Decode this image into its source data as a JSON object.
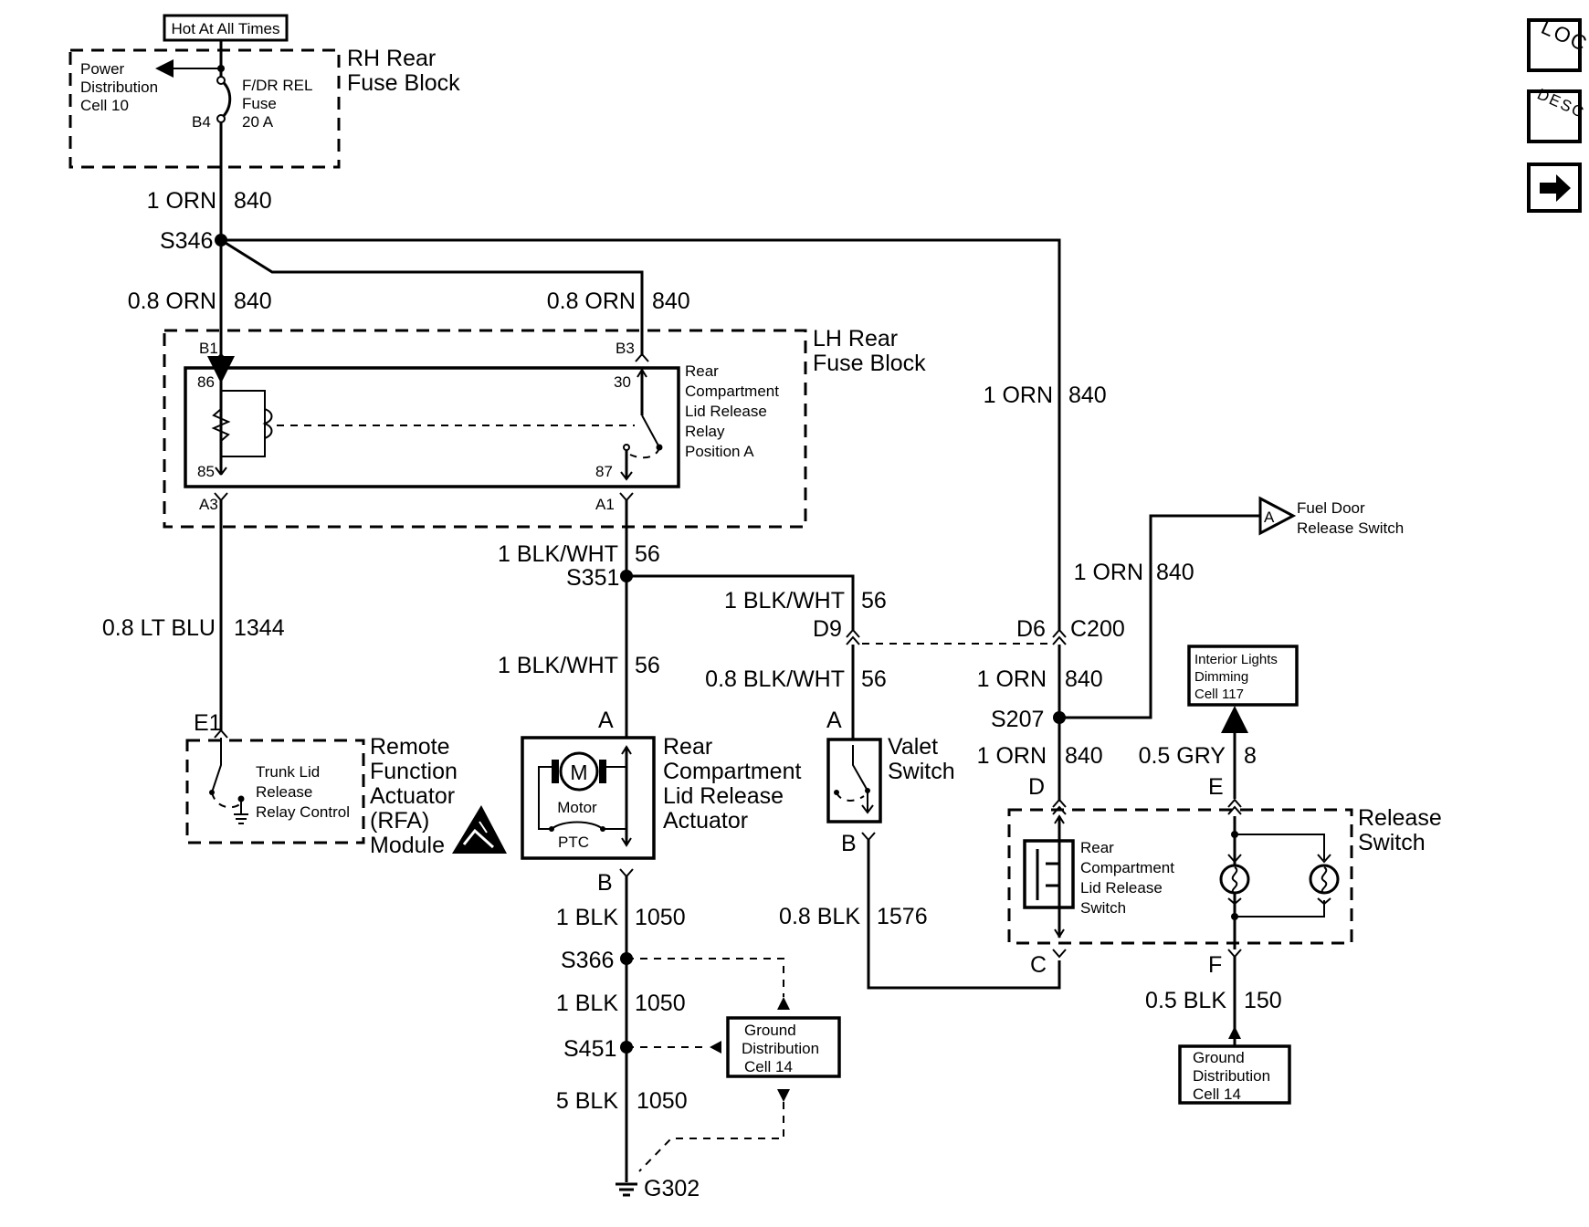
{
  "header": {
    "hot_label": "Hot At All Times"
  },
  "nav": {
    "loc": "LOC",
    "desc": "DESC",
    "next": "next-arrow-icon"
  },
  "rh_fuse_block": {
    "name_l1": "RH Rear",
    "name_l2": "Fuse Block",
    "pd_l1": "Power",
    "pd_l2": "Distribution",
    "pd_l3": "Cell 10",
    "fuse_l1": "F/DR REL",
    "fuse_l2": "Fuse",
    "fuse_l3": "20 A",
    "pin": "B4"
  },
  "wires": {
    "w1": {
      "gauge": "1 ORN",
      "circuit": "840"
    },
    "w2": {
      "gauge": "0.8 ORN",
      "circuit": "840"
    },
    "w3": {
      "gauge": "0.8 ORN",
      "circuit": "840"
    },
    "w4": {
      "gauge": "1 ORN",
      "circuit": "840"
    },
    "w5": {
      "gauge": "0.8 LT BLU",
      "circuit": "1344"
    },
    "w6": {
      "gauge": "1 BLK/WHT",
      "circuit": "56"
    },
    "w7": {
      "gauge": "1 BLK/WHT",
      "circuit": "56"
    },
    "w8": {
      "gauge": "1 BLK/WHT",
      "circuit": "56"
    },
    "w9": {
      "gauge": "0.8 BLK/WHT",
      "circuit": "56"
    },
    "w10": {
      "gauge": "1 ORN",
      "circuit": "840"
    },
    "w11": {
      "gauge": "1 ORN",
      "circuit": "840"
    },
    "w12": {
      "gauge": "1 ORN",
      "circuit": "840"
    },
    "w13": {
      "gauge": "0.5 GRY",
      "circuit": "8"
    },
    "w14": {
      "gauge": "1 BLK",
      "circuit": "1050"
    },
    "w15": {
      "gauge": "1 BLK",
      "circuit": "1050"
    },
    "w16": {
      "gauge": "5 BLK",
      "circuit": "1050"
    },
    "w17": {
      "gauge": "0.8 BLK",
      "circuit": "1576"
    },
    "w18": {
      "gauge": "0.5 BLK",
      "circuit": "150"
    }
  },
  "splices": {
    "s346": "S346",
    "s351": "S351",
    "s207": "S207",
    "s366": "S366",
    "s451": "S451"
  },
  "lh_fuse_block": {
    "name_l1": "LH Rear",
    "name_l2": "Fuse Block",
    "relay_l1": "Rear",
    "relay_l2": "Compartment",
    "relay_l3": "Lid Release",
    "relay_l4": "Relay",
    "relay_l5": "Position A",
    "pin_b1": "B1",
    "pin_b3": "B3",
    "pin_86": "86",
    "pin_85": "85",
    "pin_30": "30",
    "pin_87": "87",
    "pin_a3": "A3",
    "pin_a1": "A1"
  },
  "rfa": {
    "pin": "E1",
    "inner_l1": "Trunk Lid",
    "inner_l2": "Release",
    "inner_l3": "Relay Control",
    "name_l1": "Remote",
    "name_l2": "Function",
    "name_l3": "Actuator",
    "name_l4": "(RFA)",
    "name_l5": "Module"
  },
  "actuator": {
    "pin_a": "A",
    "pin_b": "B",
    "motor_symbol": "M",
    "motor": "Motor",
    "ptc": "PTC",
    "name_l1": "Rear",
    "name_l2": "Compartment",
    "name_l3": "Lid Release",
    "name_l4": "Actuator"
  },
  "valet": {
    "pin_a": "A",
    "pin_b": "B",
    "name_l1": "Valet",
    "name_l2": "Switch"
  },
  "connector": {
    "d9": "D9",
    "d6": "D6",
    "c200": "C200"
  },
  "fuel_door": {
    "ref": "A",
    "name_l1": "Fuel Door",
    "name_l2": "Release Switch"
  },
  "interior": {
    "l1": "Interior Lights",
    "l2": "Dimming",
    "l3": "Cell 117"
  },
  "release_switch": {
    "pin_d": "D",
    "pin_e": "E",
    "pin_c": "C",
    "pin_f": "F",
    "name_l1": "Release",
    "name_l2": "Switch",
    "inner_l1": "Rear",
    "inner_l2": "Compartment",
    "inner_l3": "Lid Release",
    "inner_l4": "Switch"
  },
  "ground_mid": {
    "l1": "Ground",
    "l2": "Distribution",
    "l3": "Cell 14"
  },
  "ground_right": {
    "l1": "Ground",
    "l2": "Distribution",
    "l3": "Cell 14"
  },
  "g302": "G302"
}
